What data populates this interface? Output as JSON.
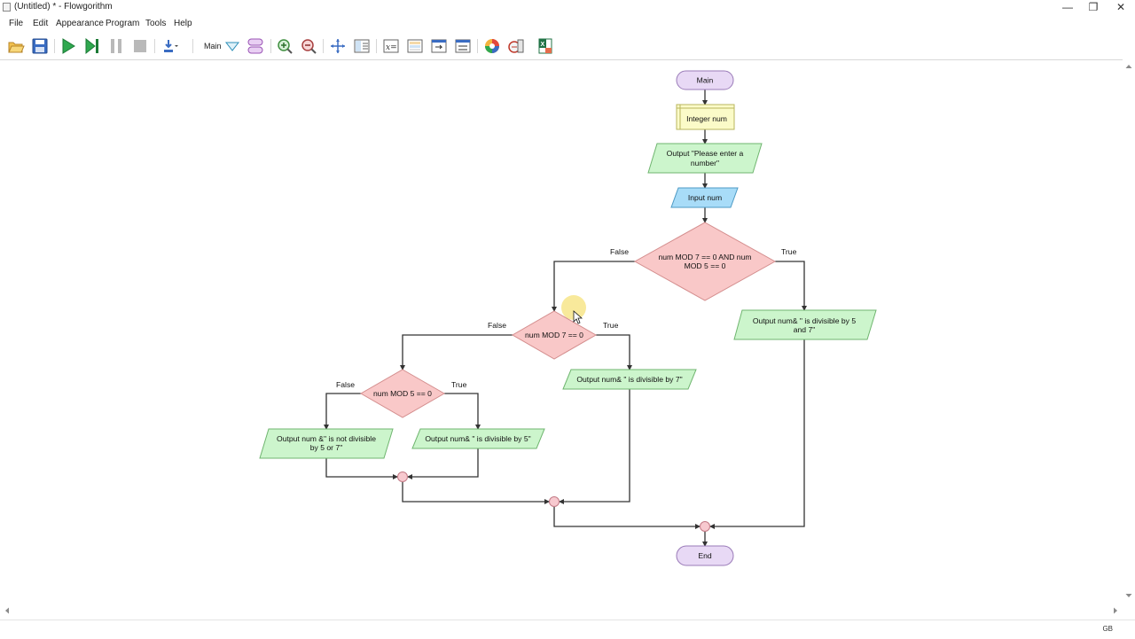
{
  "window": {
    "title": "(Untitled) * - Flowgorithm",
    "controls": [
      "—",
      "❐",
      "✕"
    ]
  },
  "menu": [
    "File",
    "Edit",
    "Appearance",
    "Program",
    "Tools",
    "Help"
  ],
  "toolbar": {
    "function_label": "Main",
    "buttons": [
      "open-icon",
      "save-icon",
      "run-icon",
      "step-icon",
      "pause-icon",
      "stop-icon",
      "speed-icon",
      "function-dropdown-icon",
      "function-manage-icon",
      "zoom-in-icon",
      "zoom-out-icon",
      "fit-icon",
      "layout-icon",
      "variable-watch-icon",
      "console-icon",
      "output-icon",
      "chart-icon",
      "color-icon",
      "export-icon",
      "excel-icon"
    ]
  },
  "flowchart": {
    "start": "Main",
    "declare": "Integer num",
    "prompt_line1": "Output \"Please enter a",
    "prompt_line2": "number\"",
    "input": "Input num",
    "if1_line1": "num MOD 7 == 0 AND num",
    "if1_line2": "MOD 5 == 0",
    "if1_false": "False",
    "if1_true": "True",
    "out57_line1": "Output num& \" is divisible by 5",
    "out57_line2": "and 7\"",
    "if2": "num MOD 7 == 0",
    "if2_false": "False",
    "if2_true": "True",
    "out7": "Output num& \" is divisible by 7\"",
    "if3": "num MOD 5 == 0",
    "if3_false": "False",
    "if3_true": "True",
    "outnot_line1": "Output num &\" is not divisible",
    "outnot_line2": "by 5 or 7\"",
    "out5": "Output num& \" is divisible by 5\"",
    "end": "End"
  },
  "colors": {
    "terminal": "#e8d9f5",
    "declare": "#fbfbc8",
    "output": "#ccf5cc",
    "input": "#a8dcf8",
    "decision": "#f9c8c8",
    "junction": "#f7c9cf",
    "cursor_highlight": "#f6e27a"
  },
  "status": {
    "text": "GB"
  }
}
